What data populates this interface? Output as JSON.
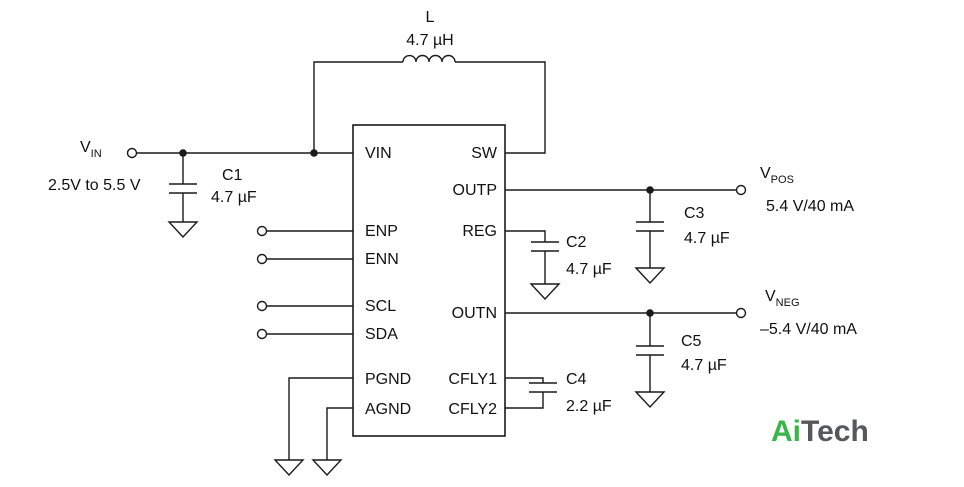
{
  "inductor": {
    "ref": "L",
    "value": "4.7 µH"
  },
  "vin": {
    "label_main": "V",
    "label_sub": "IN",
    "range": "2.5V to 5.5 V"
  },
  "c1": {
    "ref": "C1",
    "value": "4.7 µF"
  },
  "c2": {
    "ref": "C2",
    "value": "4.7 µF"
  },
  "c3": {
    "ref": "C3",
    "value": "4.7 µF"
  },
  "c4": {
    "ref": "C4",
    "value": "2.2 µF"
  },
  "c5": {
    "ref": "C5",
    "value": "4.7 µF"
  },
  "vpos": {
    "label_main": "V",
    "label_sub": "POS",
    "spec": "5.4 V/40 mA"
  },
  "vneg": {
    "label_main": "V",
    "label_sub": "NEG",
    "spec": "–5.4 V/40 mA"
  },
  "ic": {
    "pins_left": [
      "VIN",
      "ENP",
      "ENN",
      "SCL",
      "SDA",
      "PGND",
      "AGND"
    ],
    "pins_right": [
      "SW",
      "OUTP",
      "REG",
      "OUTN",
      "CFLY1",
      "CFLY2"
    ]
  },
  "logo": {
    "part1": "Ai",
    "part2": "Tech"
  }
}
